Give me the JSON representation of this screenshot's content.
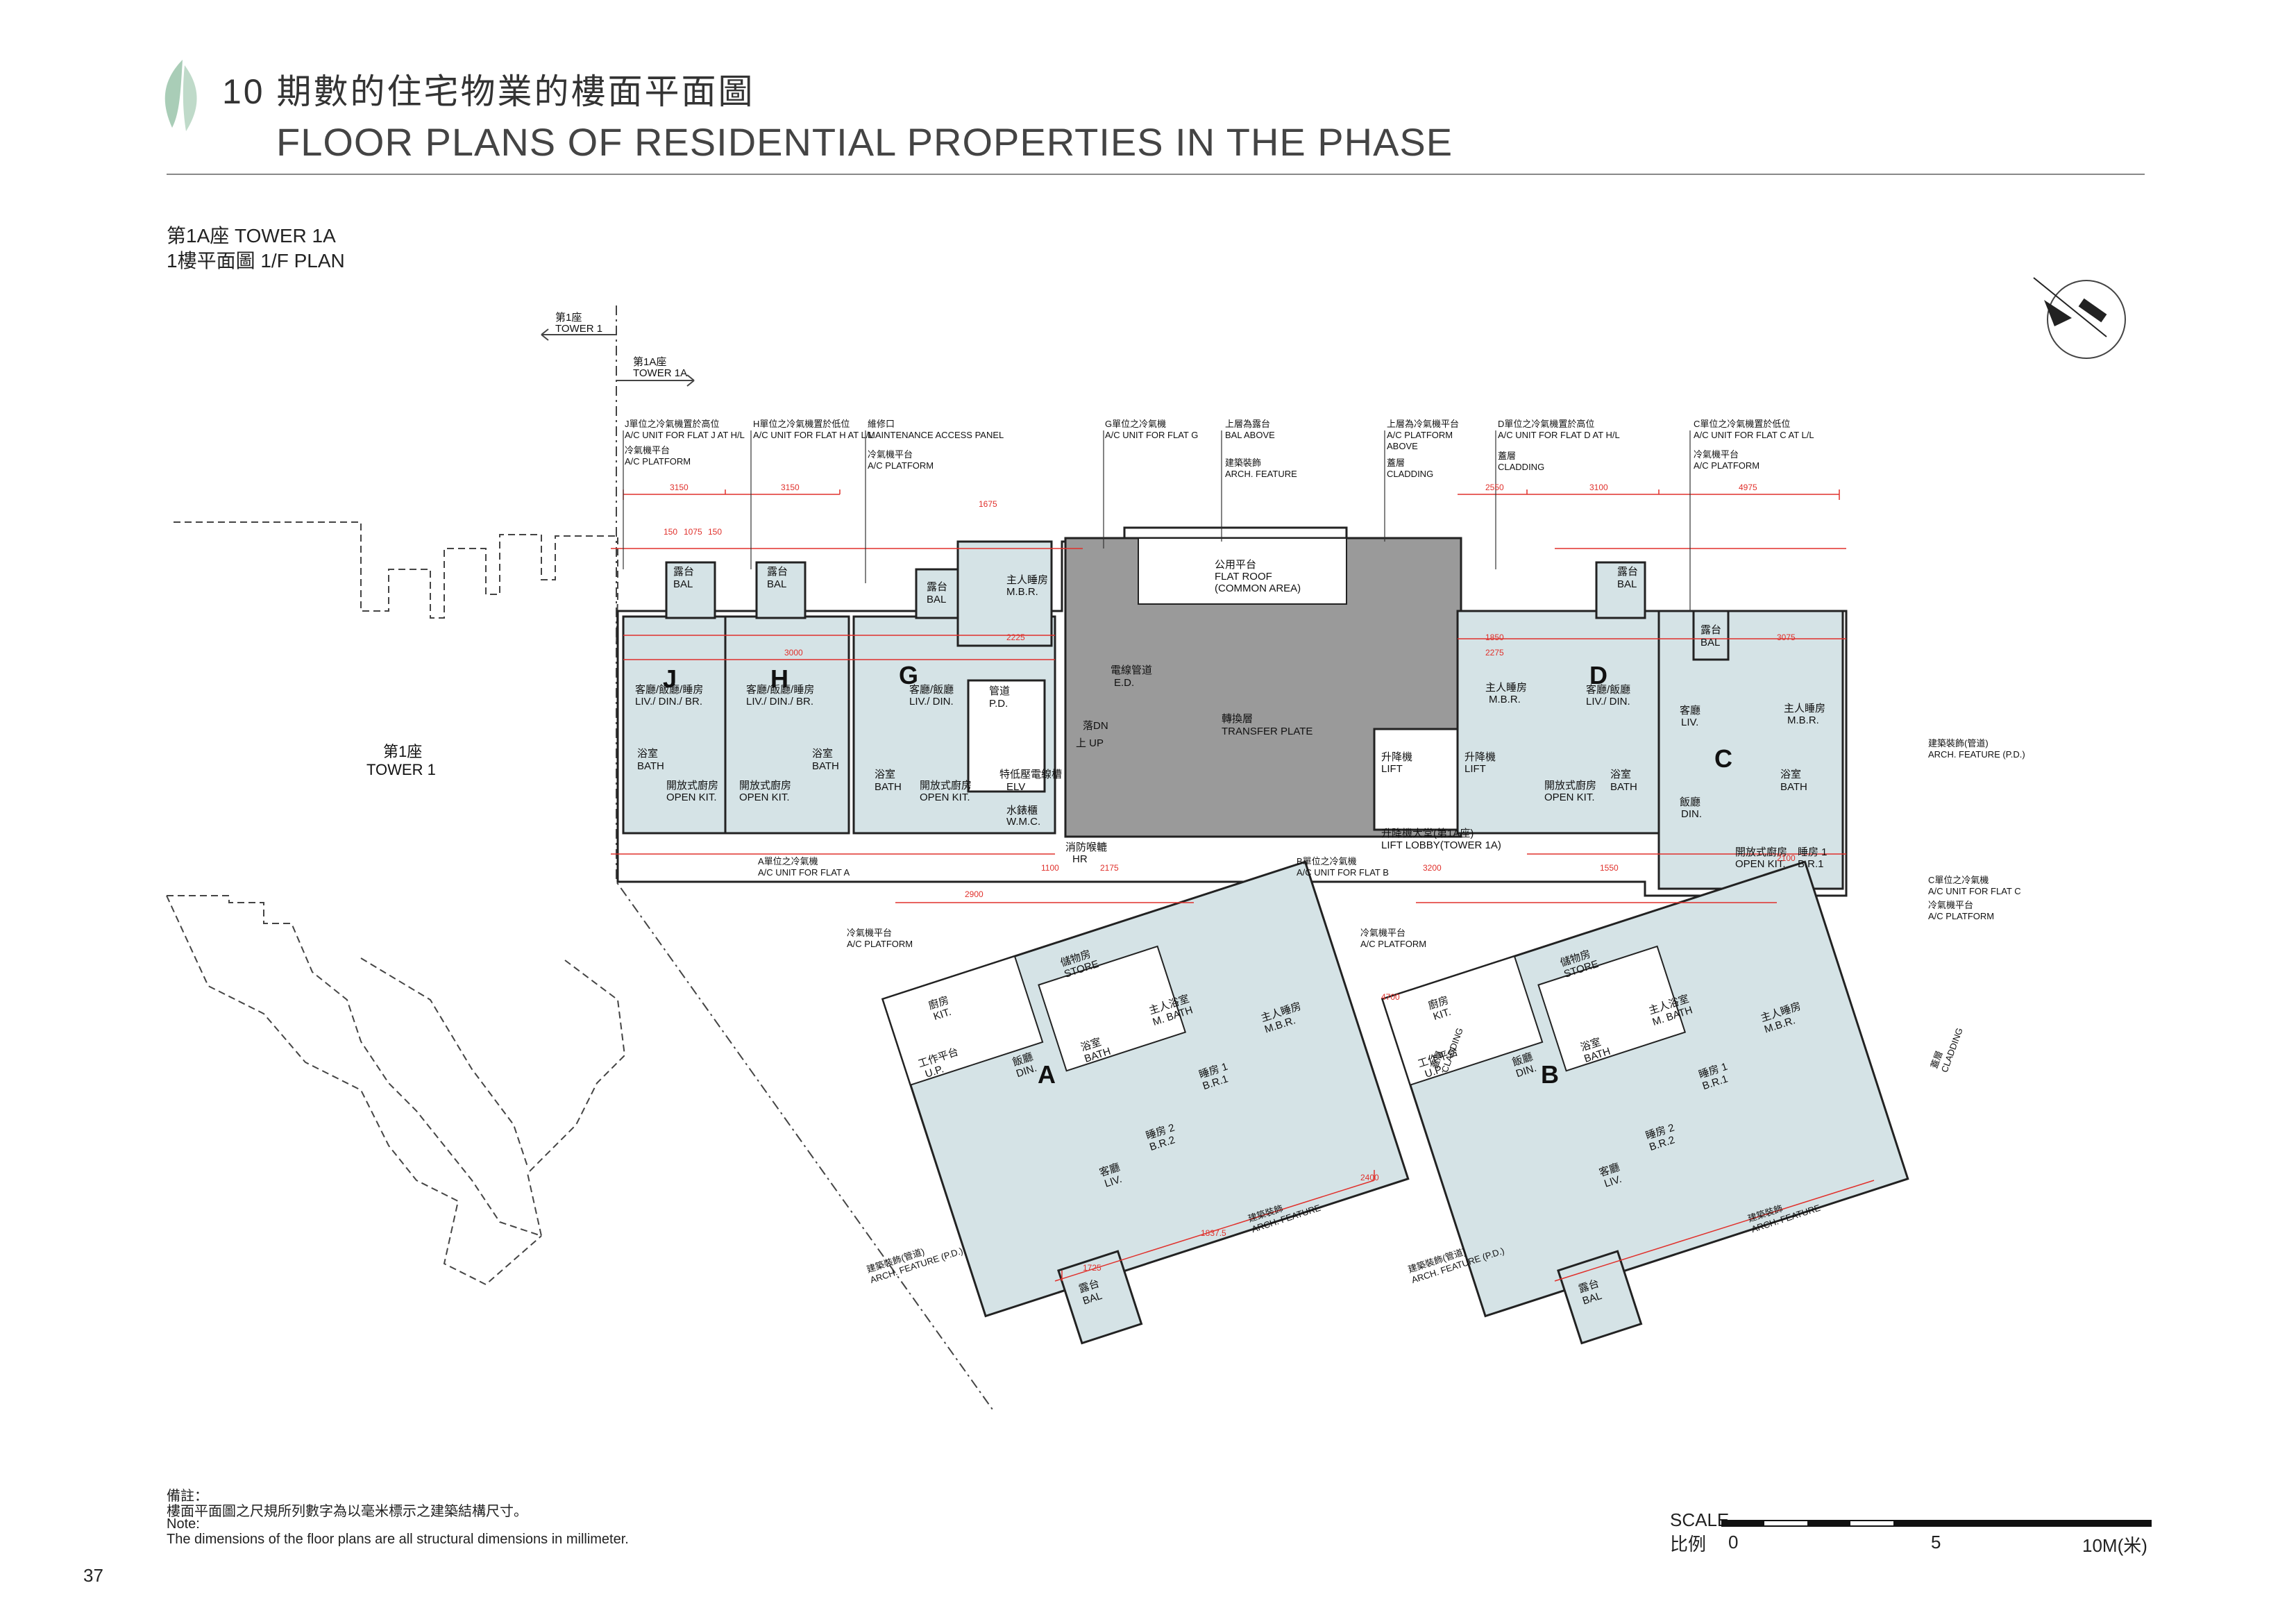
{
  "header": {
    "number": "10",
    "title_zh": "期數的住宅物業的樓面平面圖",
    "title_en": "FLOOR PLANS OF RESIDENTIAL PROPERTIES IN THE PHASE"
  },
  "plan": {
    "tower_line": "第1A座 TOWER 1A",
    "floor_line": "1樓平面圖 1/F PLAN"
  },
  "colors": {
    "leaf": "#a9cdb7",
    "unit_fill": "#d5e3e6",
    "transfer_fill": "#9a9a9a",
    "dimension": "#e0302b"
  },
  "towers": {
    "tower1_zh": "第1座",
    "tower1_en": "TOWER 1",
    "tower1a_zh": "第1A座",
    "tower1a_en": "TOWER 1A"
  },
  "flats": {
    "J": "J",
    "H": "H",
    "G": "G",
    "D": "D",
    "C": "C",
    "A": "A",
    "B": "B"
  },
  "callouts_top": [
    {
      "zh": "J單位之冷氣機置於高位",
      "en": "A/C UNIT FOR FLAT J AT H/L",
      "zh2": "冷氣機平台",
      "en2": "A/C PLATFORM"
    },
    {
      "zh": "H單位之冷氣機置於低位",
      "en": "A/C UNIT FOR FLAT H AT L/L"
    },
    {
      "zh": "維修口",
      "en": "MAINTENANCE ACCESS PANEL",
      "zh2": "冷氣機平台",
      "en2": "A/C PLATFORM"
    },
    {
      "zh": "G單位之冷氣機",
      "en": "A/C UNIT FOR FLAT G"
    },
    {
      "zh": "上層為露台",
      "en": "BAL ABOVE",
      "zh2": "建築裝飾",
      "en2": "ARCH. FEATURE"
    },
    {
      "zh": "上層為冷氣機平台",
      "en": "A/C PLATFORM",
      "en_b": "ABOVE",
      "zh2": "蓋層",
      "en2": "CLADDING"
    },
    {
      "zh": "D單位之冷氣機置於高位",
      "en": "A/C UNIT FOR FLAT D AT H/L",
      "zh2": "蓋層",
      "en2": "CLADDING"
    },
    {
      "zh": "C單位之冷氣機置於低位",
      "en": "A/C UNIT FOR FLAT C AT L/L",
      "zh2": "冷氣機平台",
      "en2": "A/C PLATFORM"
    }
  ],
  "labels": {
    "bal_zh": "露台",
    "bal_en": "BAL",
    "liv_zh": "客廳/飯廳/睡房",
    "liv_en": "LIV./ DIN./ BR.",
    "livdin_zh": "客廳/飯廳",
    "livdin_en": "LIV./ DIN.",
    "bath_zh": "浴室",
    "bath_en": "BATH",
    "openkit_zh": "開放式廚房",
    "openkit_en": "OPEN KIT.",
    "mbr_zh": "主人睡房",
    "mbr_en": "M.B.R.",
    "mbath_zh": "主人浴室",
    "mbath_en": "M. BATH",
    "kit_zh": "廚房",
    "kit_en": "KIT.",
    "store_zh": "儲物房",
    "store_en": "STORE",
    "br1_zh": "睡房 1",
    "br1_en": "B.R.1",
    "br2_zh": "睡房 2",
    "br2_en": "B.R.2",
    "din_zh": "飯廳",
    "din_en": "DIN.",
    "livonly_zh": "客廳",
    "livonly_en": "LIV.",
    "up_zh": "工作平台",
    "up_en": "U.P.",
    "transfer_zh": "轉換層",
    "transfer_en": "TRANSFER PLATE",
    "flatroof_zh": "公用平台",
    "flatroof_en": "FLAT ROOF",
    "flatroof_en2": "(COMMON AREA)",
    "lift_zh": "升降機",
    "lift_en": "LIFT",
    "lobby_zh": "升降機大堂(第1A座)",
    "lobby_en": "LIFT LOBBY(TOWER 1A)",
    "pd_zh": "管道",
    "pd_en": "P.D.",
    "elv_zh": "特低壓電線槽",
    "elv_en": "ELV",
    "wmc_zh": "水錶櫃",
    "wmc_en": "W.M.C.",
    "hr_zh": "消防喉轆",
    "hr_en": "HR",
    "ed_zh": "電線管道",
    "ed_en": "E.D.",
    "dn": "落DN",
    "up": "上 UP",
    "ac_a_zh": "A單位之冷氣機",
    "ac_a_en": "A/C UNIT FOR FLAT A",
    "ac_b_zh": "B單位之冷氣機",
    "ac_b_en": "A/C UNIT FOR FLAT B",
    "ac_c_zh": "C單位之冷氣機",
    "ac_c_en": "A/C UNIT FOR FLAT C",
    "acp_zh": "冷氣機平台",
    "acp_en": "A/C PLATFORM",
    "arch_zh": "建築裝飾",
    "arch_en": "ARCH. FEATURE",
    "archpd_zh": "建築裝飾(管道)",
    "archpd_en": "ARCH. FEATURE (P.D.)",
    "cladding_zh": "蓋層",
    "cladding_en": "CLADDING"
  },
  "dims_top": [
    "3150",
    "3150",
    "1675",
    "2550",
    "3100",
    "4975",
    "150",
    "1075",
    "150",
    "2225",
    "3000",
    "1850",
    "2275",
    "3075",
    "1100",
    "2900",
    "2175",
    "3200",
    "2100",
    "1550",
    "1725",
    "1837.5",
    "2400",
    "4700"
  ],
  "notes": {
    "zh_label": "備註：",
    "zh": "樓面平面圖之尺規所列數字為以毫米標示之建築結構尺寸。",
    "en_label": "Note:",
    "en": "The dimensions of the floor plans are all structural dimensions in millimeter."
  },
  "scale": {
    "label_en": "SCALE",
    "label_zh": "比例",
    "ticks": [
      "0",
      "5",
      "10M(米)"
    ]
  },
  "page_number": "37"
}
